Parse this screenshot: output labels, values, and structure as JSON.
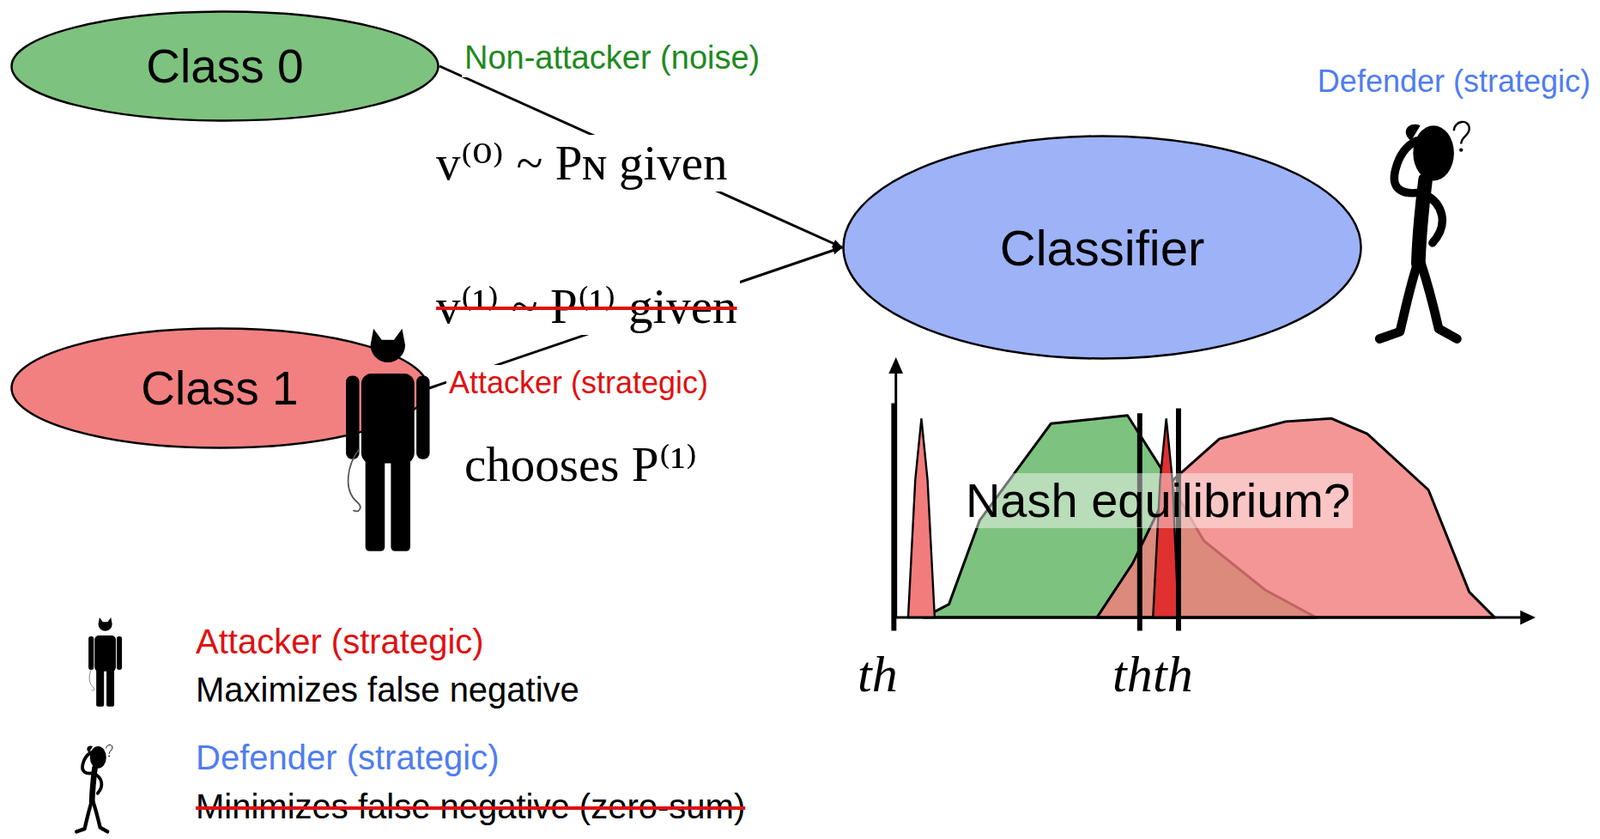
{
  "diagram": {
    "nodes": [
      {
        "text": [
          "Class 0"
        ]
      },
      {
        "text": [
          "Classifier"
        ]
      },
      {
        "text": [
          "Class 1"
        ]
      }
    ],
    "edges": [
      {
        "from": 0,
        "to": 1,
        "arrow": "to",
        "label": "v⁽⁰⁾ ~ Pɴ given"
      },
      {
        "from": 2,
        "to": 1,
        "arrow": "to",
        "label": "v⁽¹⁾ ~ P⁽¹⁾ given"
      }
    ],
    "labels": [
      "Non-attacker (noise)",
      "Attacker (strategic)",
      "chooses P⁽¹⁾",
      "Defender (strategic)",
      "Nash equilibrium?",
      "th",
      "th",
      "th",
      "Attacker (strategic)",
      "Maximizes false negative",
      "Defender (strategic)",
      "Minimizes false negative (zero-sum)"
    ]
  }
}
